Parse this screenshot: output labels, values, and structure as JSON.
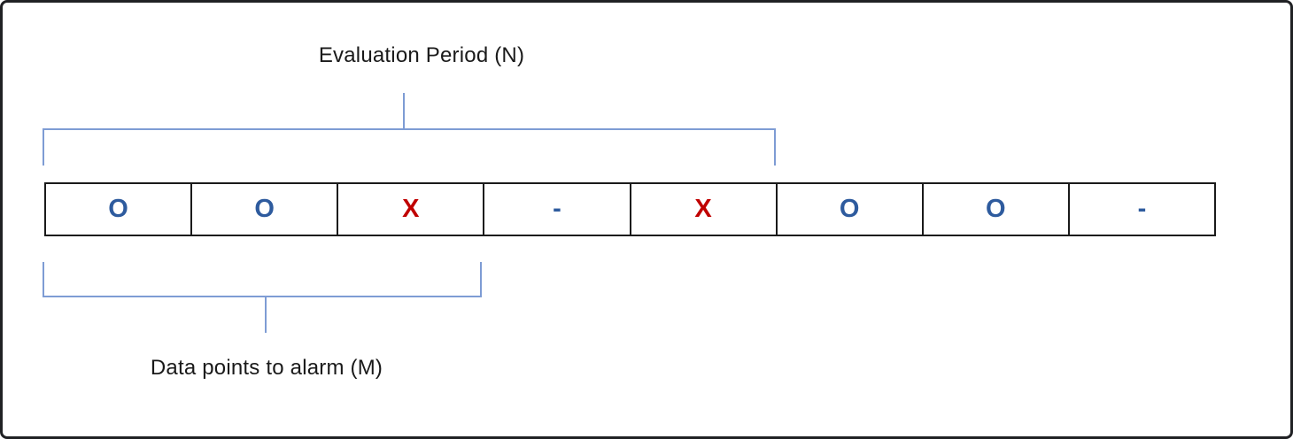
{
  "labels": {
    "evaluation_period": "Evaluation Period (N)",
    "data_points_to_alarm": "Data points to alarm (M)"
  },
  "row": {
    "cells": [
      {
        "value": "O",
        "type": "ok"
      },
      {
        "value": "O",
        "type": "ok"
      },
      {
        "value": "X",
        "type": "breach"
      },
      {
        "value": "-",
        "type": "missing"
      },
      {
        "value": "X",
        "type": "breach"
      },
      {
        "value": "O",
        "type": "ok"
      },
      {
        "value": "O",
        "type": "ok"
      },
      {
        "value": "-",
        "type": "missing"
      }
    ]
  },
  "brackets": {
    "evaluation_period_cells_spanned": 5,
    "data_points_to_alarm_cells_spanned": 3
  },
  "colors": {
    "ok": "#2E5B9E",
    "breach": "#C00000",
    "missing": "#2E5B9E",
    "bracket": "#7E9CD4",
    "grid": "#1a1a1a",
    "text": "#1a1a1a",
    "frame": "#202124"
  }
}
